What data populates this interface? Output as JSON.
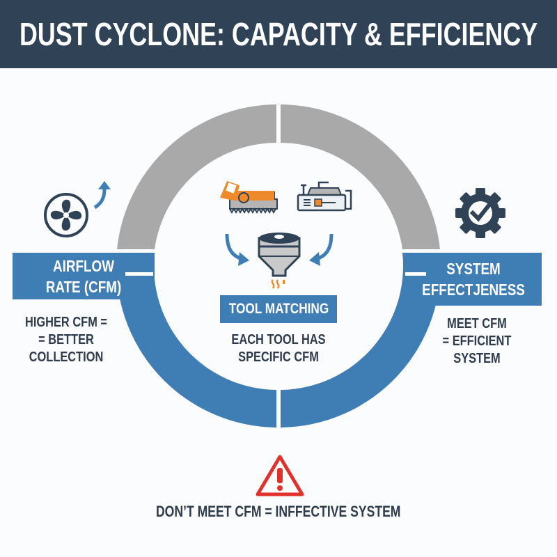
{
  "header": {
    "title": "DUST CYCLONE: CAPACITY & EFFICIENCY"
  },
  "colors": {
    "header_bg": "#2f4256",
    "accent_blue": "#3f7db5",
    "ring_gray": "#a9a9a9",
    "dark_text": "#2e3b4c",
    "orange": "#ef8a2a",
    "warning_red": "#e0312b"
  },
  "ring": {
    "segments": [
      {
        "position": "top-left",
        "color": "gray"
      },
      {
        "position": "top-right",
        "color": "gray"
      },
      {
        "position": "bottom-left",
        "color": "blue"
      },
      {
        "position": "bottom-right",
        "color": "blue"
      }
    ]
  },
  "left_panel": {
    "icon": "fan-icon",
    "arrow_icon": "arrow-up-icon",
    "title_lines": [
      "AIRFLOW",
      "RATE (CFM)"
    ],
    "desc_lines": [
      "HIGHER CFM =",
      "= BETTER",
      "COLLECTION"
    ]
  },
  "right_panel": {
    "icon": "gear-check-icon",
    "title_lines": [
      "SYSTEM",
      "EFFECTJENESS"
    ],
    "desc_lines": [
      "MEET CFM",
      "= EFFICIENT",
      "SYSTEM"
    ]
  },
  "center_panel": {
    "icons": [
      "saw-icon",
      "machine-icon",
      "cyclone-collector-icon"
    ],
    "title": "TOOL MATCHING",
    "desc_lines": [
      "EACH TOOL HAS",
      "SPECIFIC CFM"
    ]
  },
  "warning": {
    "icon": "warning-triangle-icon",
    "text": "DON’T MEET CFM = INFFECTIVE SYSTEM"
  }
}
